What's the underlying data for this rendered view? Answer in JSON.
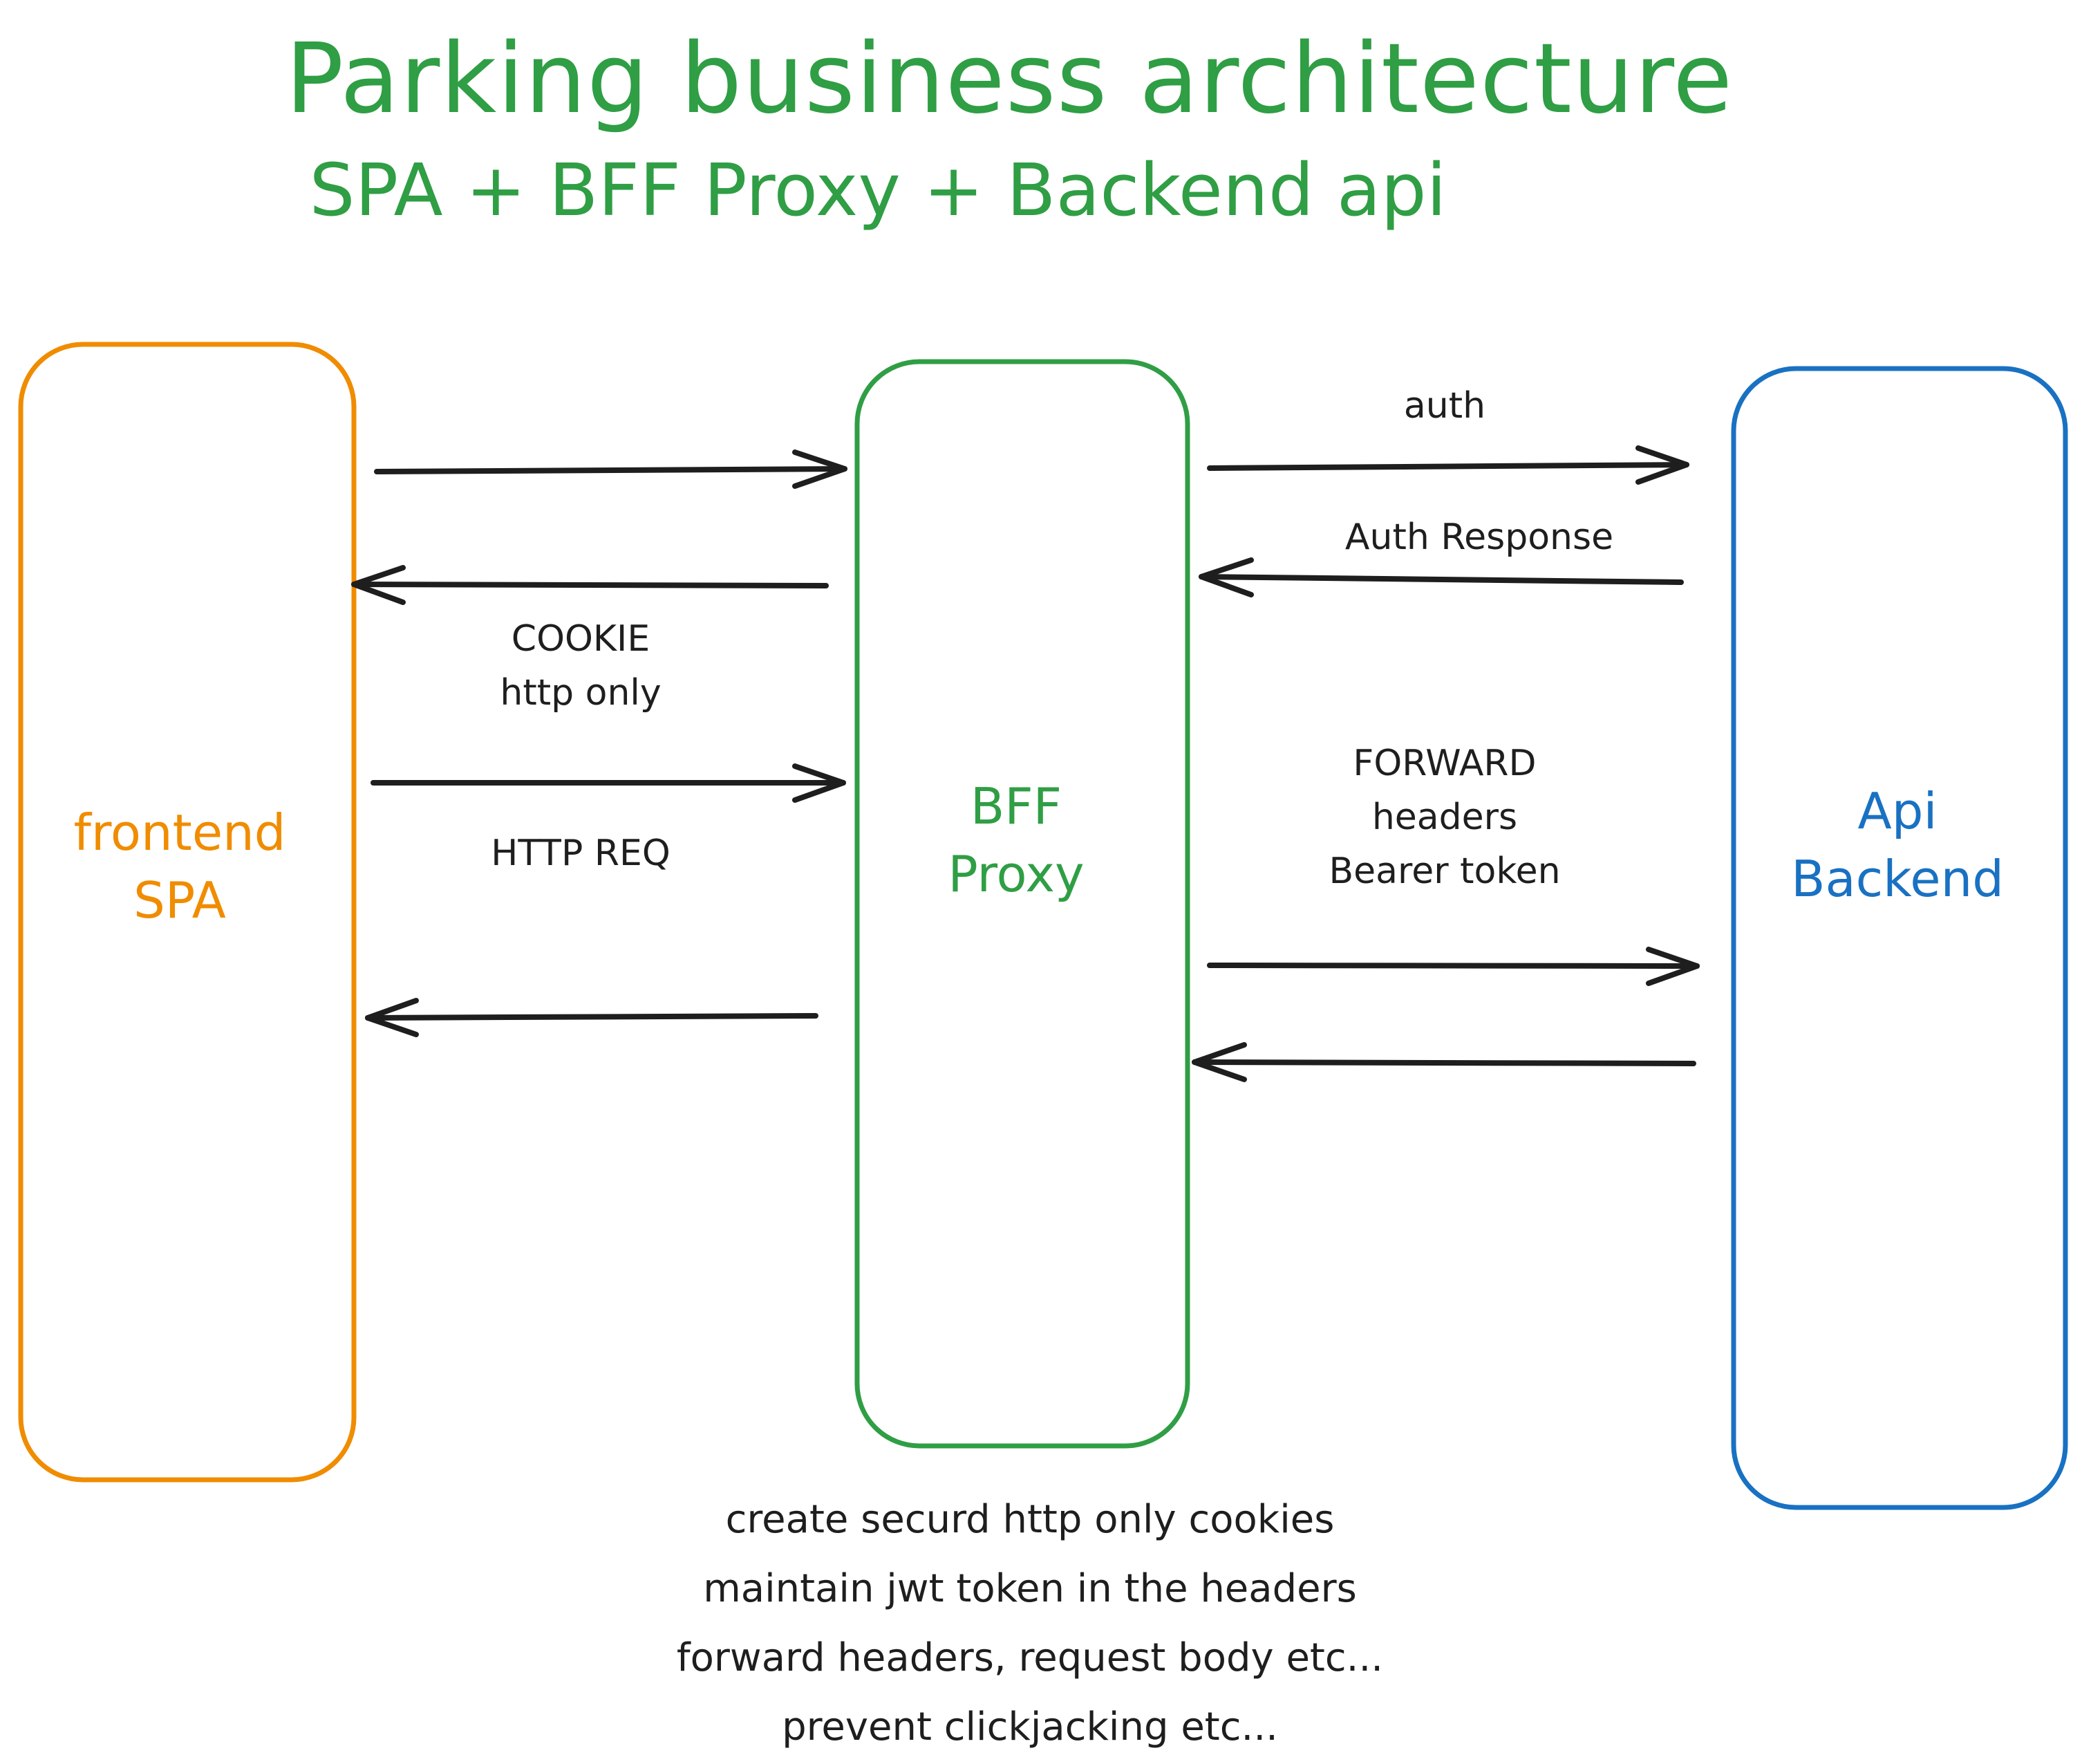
{
  "title": "Parking business architecture",
  "subtitle": "SPA + BFF Proxy + Backend api",
  "colors": {
    "title": "#2f9e44",
    "frontend": "#f08c00",
    "bff": "#2f9e44",
    "backend": "#1971c2",
    "arrow": "#1e1e1e",
    "text": "#1e1e1e"
  },
  "boxes": {
    "frontend": {
      "line1": "frontend",
      "line2": "SPA"
    },
    "bff": {
      "line1": "BFF",
      "line2": "Proxy"
    },
    "backend": {
      "line1": "Api",
      "line2": "Backend"
    }
  },
  "labels": {
    "auth": "auth",
    "auth_response": "Auth Response",
    "cookie_line1": "COOKIE",
    "cookie_line2": "http only",
    "http_req": "HTTP REQ",
    "forward_line1": "FORWARD",
    "forward_line2": "headers",
    "forward_line3": "Bearer token"
  },
  "notes": [
    "create securd http only cookies",
    "maintain jwt token in the headers",
    "forward headers, request body etc...",
    "prevent clickjacking etc..."
  ]
}
